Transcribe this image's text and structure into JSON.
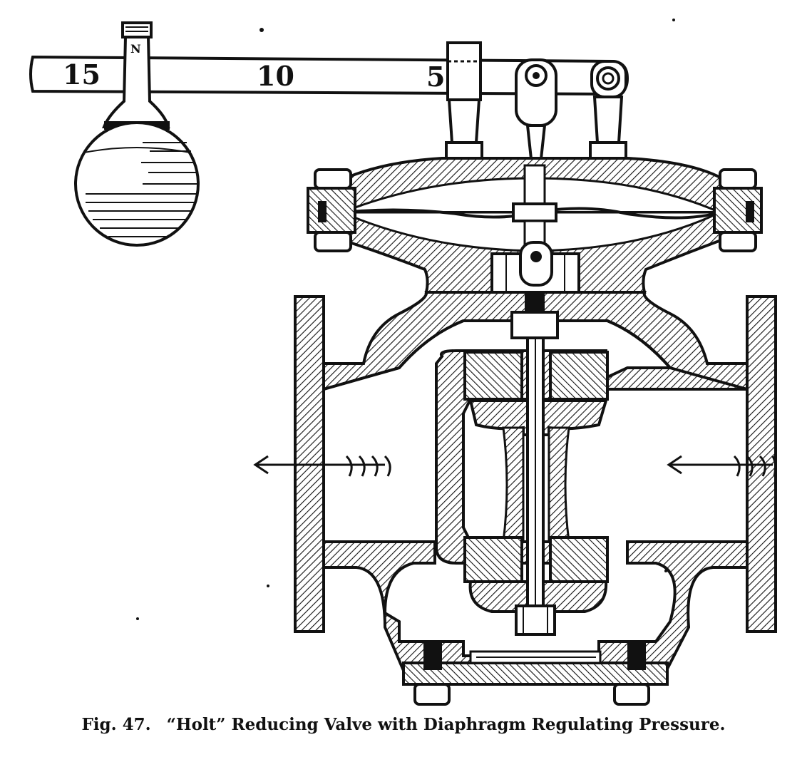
{
  "figure": {
    "lever_scale": [
      "15",
      "10",
      "5"
    ],
    "weight_mark": "N"
  },
  "caption": {
    "number": "Fig. 47.",
    "text": "“Holt” Reducing Valve with Diaphragm Regulating Pressure."
  }
}
